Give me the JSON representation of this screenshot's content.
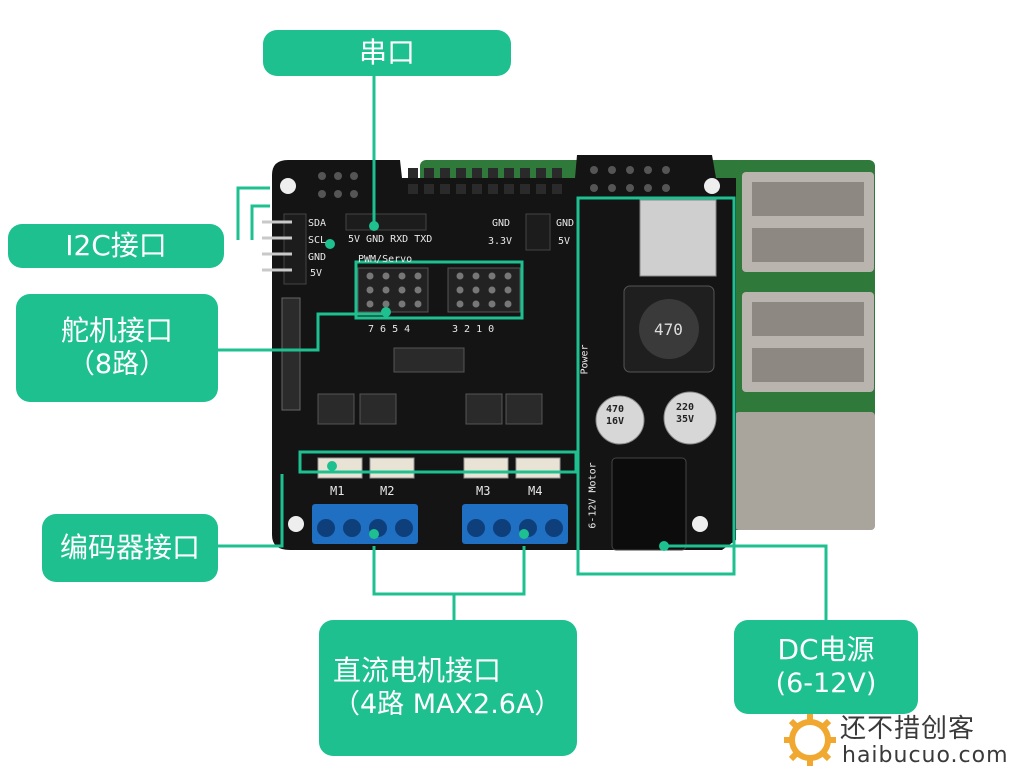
{
  "callouts": {
    "serial": "串口",
    "i2c": "I2C接口",
    "servo_line1": "舵机接口",
    "servo_line2": "（8路）",
    "encoder": "编码器接口",
    "dc_motor_line1": "直流电机接口",
    "dc_motor_line2": "（4路 MAX2.6A）",
    "dc_power_line1": "DC电源",
    "dc_power_line2": "(6-12V)"
  },
  "board_labels": {
    "sda": "SDA",
    "scl": "SCL",
    "gnd": "GND",
    "v5": "5V",
    "uart_pins": "5V GND RXD TXD",
    "gnd_top": "GND",
    "gnd_right": "GND",
    "v33": "3.3V",
    "v5_right": "5V",
    "pwm_servo": "PWM/Servo",
    "pwm_left_nums": "7  6  5  4",
    "pwm_right_nums": "3  2  1  0",
    "m1": "M1",
    "m2": "M2",
    "m3": "M3",
    "m4": "M4",
    "inductor": "470",
    "cap1_line1": "470",
    "cap1_line2": "16V",
    "cap2_line1": "220",
    "cap2_line2": "35V",
    "power": "Power",
    "motor_voltage": "6-12V Motor"
  },
  "colors": {
    "accent": "#1ec08f",
    "pcb": "#141414",
    "pi_green": "#2f7a3a",
    "terminal_blue": "#1f6fc2"
  },
  "watermark": {
    "title": "还不措创客",
    "url": "haibucuo.com"
  }
}
